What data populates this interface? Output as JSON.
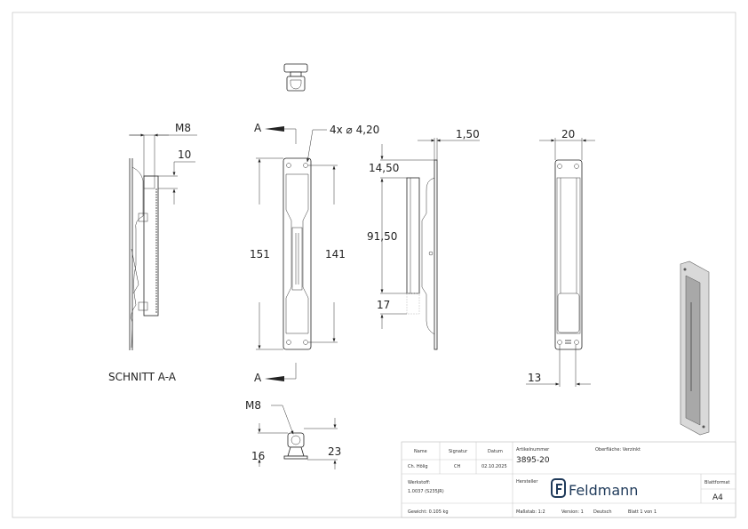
{
  "drawing": {
    "section_label": "SCHNITT A-A",
    "section_marker": "A",
    "dimensions": {
      "m8_top": "M8",
      "ten": "10",
      "holes": "4x ⌀ 4,20",
      "overall_length": "151",
      "hole_spacing": "141",
      "thickness": "1,50",
      "d14_50": "14,50",
      "d91_50": "91,50",
      "d17": "17",
      "width": "20",
      "hole_width": "13",
      "m8_bottom": "M8",
      "d16": "16",
      "d23": "23"
    }
  },
  "title_block": {
    "name_label": "Name",
    "signatur_label": "Signatur",
    "datum_label": "Datum",
    "name": "Ch. Hölig",
    "signatur": "CH",
    "datum": "02.10.2025",
    "artikelnummer_label": "Artikelnummer",
    "artikelnummer": "3895-20",
    "oberflaeche": "Oberfläche: Verzinkt",
    "werkstoff_label": "Werkstoff:",
    "werkstoff": "1.0037 (S235JR)",
    "hersteller_label": "Hersteller",
    "logo_text": "Feldmann",
    "blattformat_label": "Blattformat",
    "blattformat": "A4",
    "gewicht": "Gewicht: 0.105 kg",
    "massstab": "Maßstab: 1:2",
    "version": "Version: 1",
    "sprache": "Deutsch",
    "blatt": "Blatt 1 von 1",
    "brand_color": "#1f3a5a"
  }
}
